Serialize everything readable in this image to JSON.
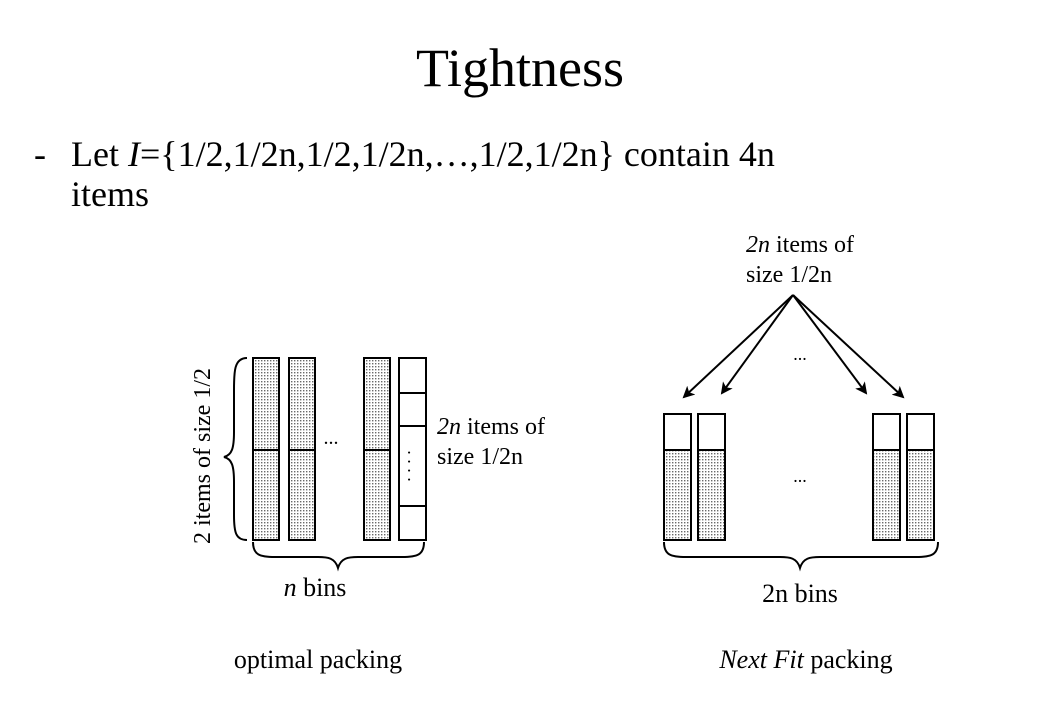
{
  "slide": {
    "title": "Tightness",
    "bullet": {
      "dash": "-",
      "prefix": "Let ",
      "set_var": "I",
      "set_body": "={1/2,1/2n,1/2,1/2n,…,1/2,1/2n} contain 4n",
      "continuation": "items"
    }
  },
  "left_diagram": {
    "brace_label": "2 items of size 1/2",
    "ellipsis": "...",
    "vertical_dots": ". . . .",
    "side_label_line1_var": "2n",
    "side_label_line1_rest": " items of",
    "side_label_line2": "size 1/2n",
    "bins_label_var": "n",
    "bins_label_rest": " bins",
    "caption": "optimal packing"
  },
  "right_diagram": {
    "top_label_line1_var": "2n",
    "top_label_line1_rest": " items of",
    "top_label_line2": "size 1/2n",
    "upper_ellipsis": "...",
    "lower_ellipsis": "...",
    "bins_label": "2n bins",
    "caption_italic": "Next Fit",
    "caption_rest": " packing"
  }
}
